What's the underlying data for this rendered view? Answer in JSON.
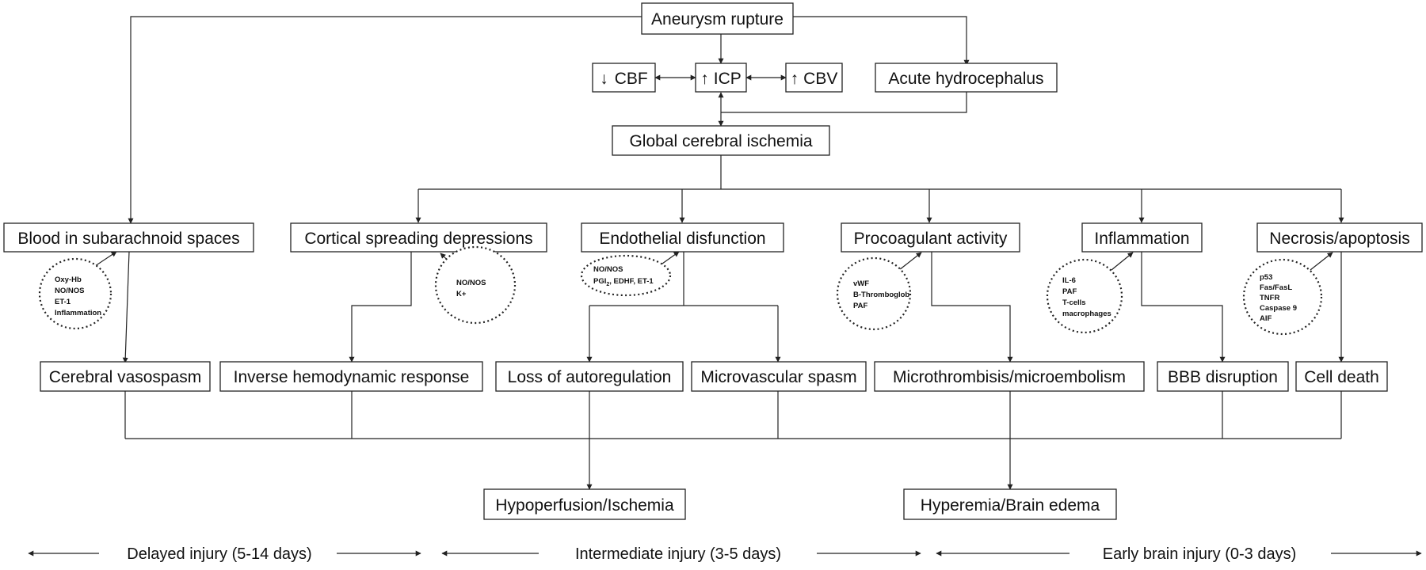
{
  "nodes": {
    "aneurysm_rupture": "Aneurysm rupture",
    "cbf": "CBF",
    "icp": "ICP",
    "cbv": "CBV",
    "acute_hydrocephalus": "Acute hydrocephalus",
    "global_ischemia": "Global cerebral ischemia",
    "blood_subarachnoid": "Blood in subarachnoid spaces",
    "cortical_spreading": "Cortical spreading depressions",
    "endothelial": "Endothelial disfunction",
    "procoagulant": "Procoagulant activity",
    "inflammation": "Inflammation",
    "necrosis": "Necrosis/apoptosis",
    "cerebral_vasospasm": "Cerebral vasospasm",
    "inverse_response": "Inverse hemodynamic response",
    "loss_autoregulation": "Loss of autoregulation",
    "microvascular_spasm": "Microvascular spasm",
    "microthrombosis": "Microthrombisis/microembolism",
    "bbb_disruption": "BBB disruption",
    "cell_death": "Cell death",
    "hypoperfusion": "Hypoperfusion/Ischemia",
    "hyperemia": "Hyperemia/Brain edema"
  },
  "arrows": {
    "down": "↓",
    "up": "↑"
  },
  "mediators": {
    "subarachnoid": [
      "Oxy-Hb",
      "NO/NOS",
      "ET-1",
      "Inflammation"
    ],
    "cortical": [
      "NO/NOS",
      "K+"
    ],
    "endothelial_line1": "NO/NOS",
    "endothelial_pgi": "PGI",
    "endothelial_sub": "2",
    "endothelial_rest": ", EDHF, ET-1",
    "procoagulant": [
      "vWF",
      "B-Thromboglob",
      "PAF"
    ],
    "inflammation": [
      "IL-6",
      "PAF",
      "T-cells",
      "macrophages"
    ],
    "necrosis": [
      "p53",
      "Fas/FasL",
      "TNFR",
      "Caspase 9",
      "AIF"
    ]
  },
  "timeline": {
    "delayed": "Delayed injury (5-14 days)",
    "intermediate": "Intermediate injury (3-5 days)",
    "early": "Early brain injury (0-3 days)"
  }
}
